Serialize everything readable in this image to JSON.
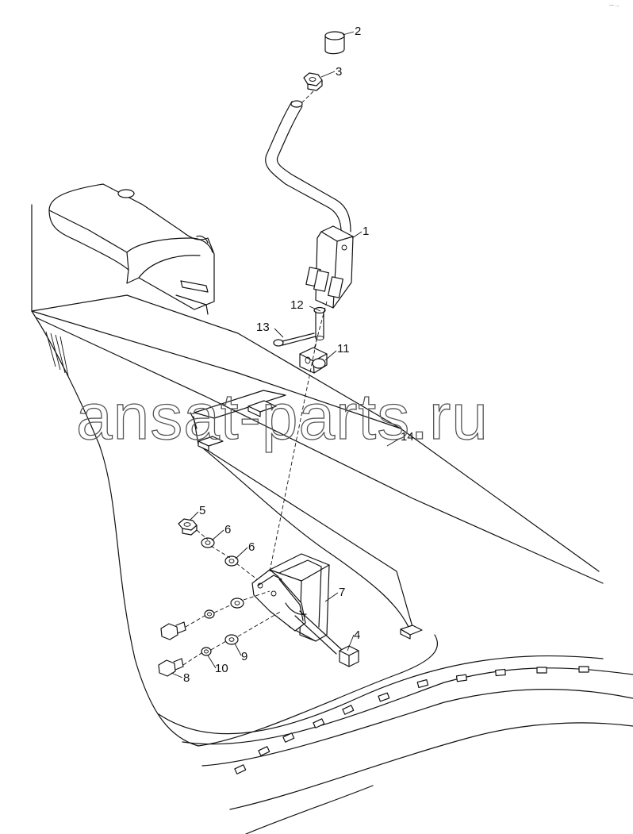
{
  "watermark": "ansat-parts.ru",
  "corner_mark": "— ...",
  "callouts": [
    {
      "id": "1",
      "label": "1"
    },
    {
      "id": "2",
      "label": "2"
    },
    {
      "id": "3",
      "label": "3"
    },
    {
      "id": "4",
      "label": "4"
    },
    {
      "id": "5",
      "label": "5"
    },
    {
      "id": "6a",
      "label": "6"
    },
    {
      "id": "6b",
      "label": "6"
    },
    {
      "id": "7",
      "label": "7"
    },
    {
      "id": "8",
      "label": "8"
    },
    {
      "id": "9",
      "label": "9"
    },
    {
      "id": "10",
      "label": "10"
    },
    {
      "id": "11",
      "label": "11"
    },
    {
      "id": "12",
      "label": "12"
    },
    {
      "id": "13",
      "label": "13"
    },
    {
      "id": "14",
      "label": "14"
    }
  ]
}
